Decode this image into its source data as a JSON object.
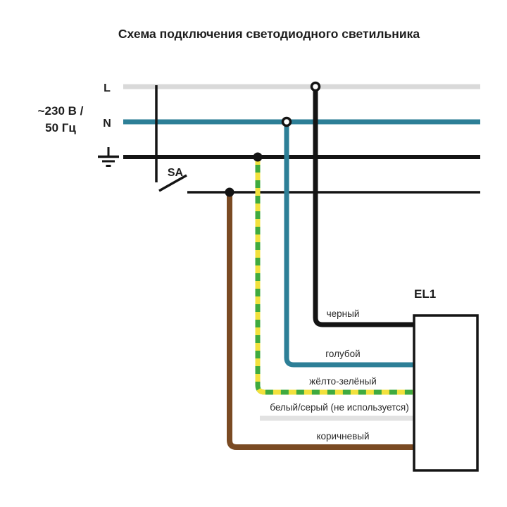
{
  "title": "Схема подключения светодиодного светильника",
  "supply": {
    "voltage_line1": "~230 В /",
    "voltage_line2": "50 Гц",
    "phase_label": "L",
    "neutral_label": "N",
    "switch_label": "SA"
  },
  "luminaire": {
    "label": "EL1"
  },
  "wires": [
    {
      "name": "black",
      "label": "черный",
      "color": "#141414"
    },
    {
      "name": "blue",
      "label": "голубой",
      "color": "#2d7f97"
    },
    {
      "name": "yellow-green",
      "label": "жёлто-зелёный",
      "color_green": "#3faa3f",
      "color_yellow": "#f2e13d"
    },
    {
      "name": "white-gray",
      "label": "белый/серый (не используется)",
      "color": "#e2e2e2"
    },
    {
      "name": "brown",
      "label": "коричневый",
      "color": "#7a4a23"
    }
  ],
  "buses": {
    "l_color": "#d9d9d9",
    "n_color": "#2d7f97",
    "pe_color": "#141414"
  }
}
